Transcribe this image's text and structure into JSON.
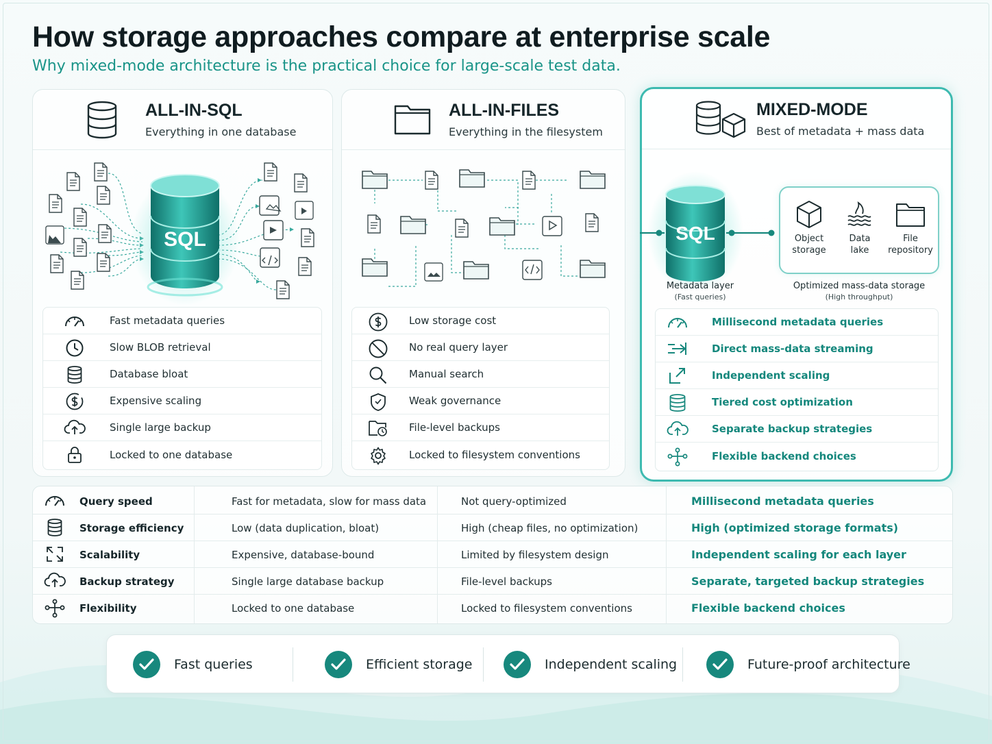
{
  "title": "How storage approaches compare at enterprise scale",
  "subtitle": "Why mixed-mode architecture is the practical choice for large-scale test data.",
  "colors": {
    "accent": "#1a9488",
    "accent_dark": "#14877c",
    "highlight_border": "#3dbab0",
    "text": "#1b2b2e"
  },
  "cards": [
    {
      "title": "ALL-IN-SQL",
      "subtitle": "Everything in one database",
      "center_label": "SQL",
      "features": [
        {
          "icon": "speedometer-icon",
          "label": "Fast metadata queries"
        },
        {
          "icon": "clock-icon",
          "label": "Slow BLOB retrieval"
        },
        {
          "icon": "database-icon",
          "label": "Database bloat"
        },
        {
          "icon": "dollar-icon",
          "label": "Expensive scaling"
        },
        {
          "icon": "cloud-upload-icon",
          "label": "Single large backup"
        },
        {
          "icon": "lock-icon",
          "label": "Locked to one database"
        }
      ]
    },
    {
      "title": "ALL-IN-FILES",
      "subtitle": "Everything in the filesystem",
      "features": [
        {
          "icon": "dollar-icon",
          "label": "Low storage cost"
        },
        {
          "icon": "no-entry-icon",
          "label": "No real query layer"
        },
        {
          "icon": "search-icon",
          "label": "Manual search"
        },
        {
          "icon": "shield-icon",
          "label": "Weak governance"
        },
        {
          "icon": "folder-backup-icon",
          "label": "File-level backups"
        },
        {
          "icon": "gear-icon",
          "label": "Locked to filesystem conventions"
        }
      ]
    },
    {
      "title": "MIXED-MODE",
      "subtitle": "Best of metadata + mass data",
      "center_label": "SQL",
      "metadata_caption": "Metadata layer",
      "metadata_sub": "(Fast queries)",
      "storage_caption": "Optimized mass-data storage",
      "storage_sub": "(High throughput)",
      "storage_items": [
        {
          "icon": "cube-icon",
          "line1": "Object",
          "line2": "storage"
        },
        {
          "icon": "water-icon",
          "line1": "Data",
          "line2": "lake"
        },
        {
          "icon": "folder-icon",
          "line1": "File",
          "line2": "repository"
        }
      ],
      "features": [
        {
          "icon": "speedometer-icon",
          "label": "Millisecond metadata queries"
        },
        {
          "icon": "stream-arrow-icon",
          "label": "Direct mass-data streaming"
        },
        {
          "icon": "expand-icon",
          "label": "Independent scaling"
        },
        {
          "icon": "database-icon",
          "label": "Tiered cost optimization"
        },
        {
          "icon": "cloud-upload-icon",
          "label": "Separate backup strategies"
        },
        {
          "icon": "branch-icon",
          "label": "Flexible backend choices"
        }
      ]
    }
  ],
  "comparison": [
    {
      "icon": "speedometer-icon",
      "metric": "Query speed",
      "sql": "Fast for metadata, slow for mass data",
      "files": "Not query-optimized",
      "mixed": "Millisecond metadata queries"
    },
    {
      "icon": "database-icon",
      "metric": "Storage efficiency",
      "sql": "Low (data duplication, bloat)",
      "files": "High (cheap files, no optimization)",
      "mixed": "High (optimized storage formats)"
    },
    {
      "icon": "expand-icon",
      "metric": "Scalability",
      "sql": "Expensive, database-bound",
      "files": "Limited by filesystem design",
      "mixed": "Independent scaling for each layer"
    },
    {
      "icon": "cloud-upload-icon",
      "metric": "Backup strategy",
      "sql": "Single large database backup",
      "files": "File-level backups",
      "mixed": "Separate, targeted backup strategies"
    },
    {
      "icon": "branch-icon",
      "metric": "Flexibility",
      "sql": "Locked to one database",
      "files": "Locked to filesystem conventions",
      "mixed": "Flexible backend choices"
    }
  ],
  "benefits": [
    {
      "icon": "check-icon",
      "label": "Fast queries"
    },
    {
      "icon": "check-icon",
      "label": "Efficient storage"
    },
    {
      "icon": "check-icon",
      "label": "Independent scaling"
    },
    {
      "icon": "check-icon",
      "label": "Future-proof architecture"
    }
  ]
}
